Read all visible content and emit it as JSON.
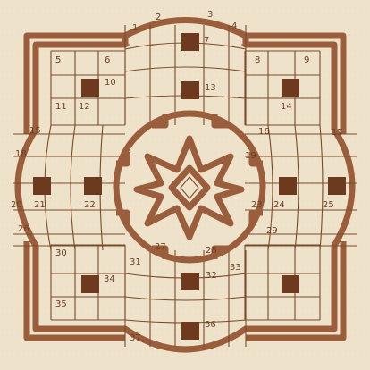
{
  "board": {
    "name": "",
    "colors": {
      "background": "#eee2ca",
      "ink": "#7a4a2c",
      "heavy_line": "#9a5e3c",
      "square_fill": "#6e3a1f"
    },
    "numbers": [
      "1",
      "2",
      "3",
      "4",
      "5",
      "6",
      "7",
      "8",
      "9",
      "10",
      "11",
      "12",
      "13",
      "14",
      "15",
      "16",
      "17",
      "18",
      "19",
      "20",
      "21",
      "22",
      "23",
      "24",
      "25",
      "26",
      "27",
      "28",
      "29",
      "30",
      "31",
      "32",
      "33",
      "34",
      "35",
      "36",
      "37"
    ]
  }
}
